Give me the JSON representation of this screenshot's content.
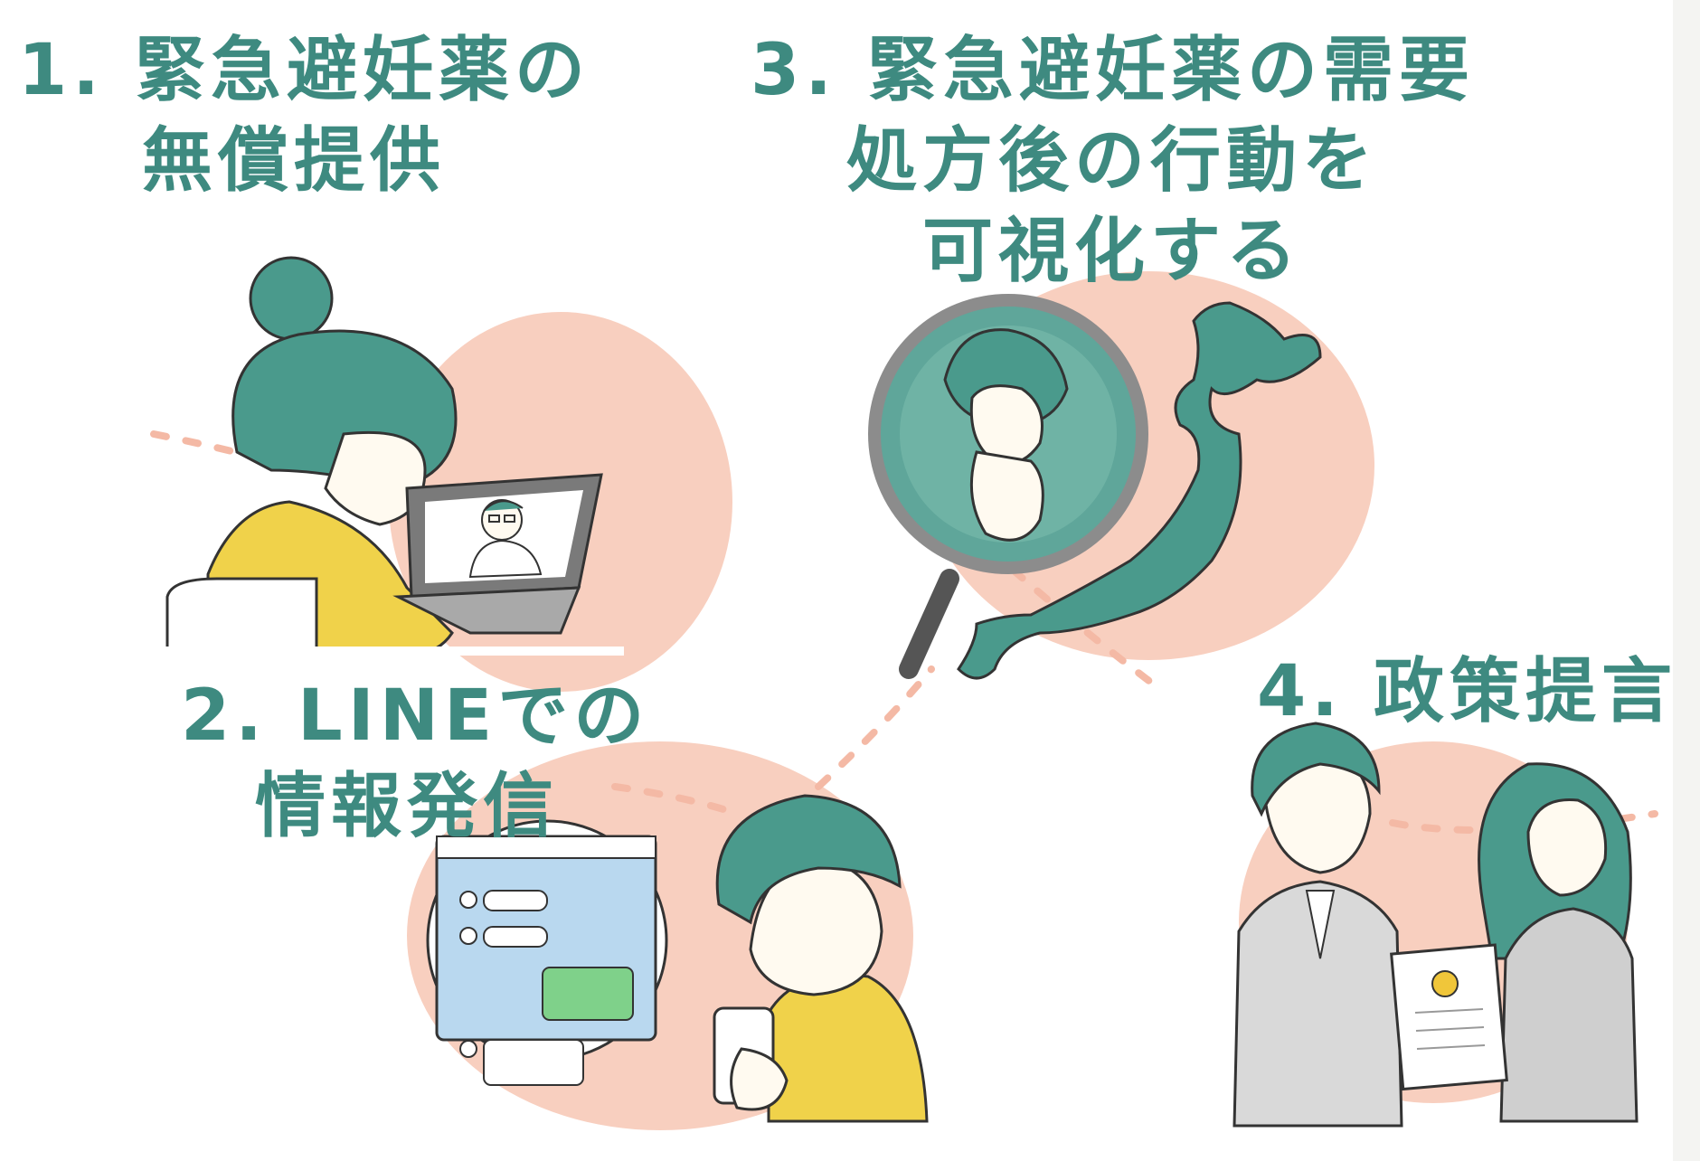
{
  "colors": {
    "title_teal": "#3e8a80",
    "hair_teal": "#4a9a8c",
    "blob_pink": "#f8cfbf",
    "sweater_yellow": "#f0d24a",
    "suit_gray": "#d9d9d9",
    "screen_blue": "#b9d8ef",
    "bubble_green": "#7fd18a"
  },
  "sections": [
    {
      "number": "1.",
      "lines": [
        "1. 緊急避妊薬の",
        "無償提供"
      ]
    },
    {
      "number": "2.",
      "lines": [
        "2. LINEでの",
        "情報発信"
      ]
    },
    {
      "number": "3.",
      "lines": [
        "3. 緊急避妊薬の需要",
        "処方後の行動を",
        "可視化する"
      ]
    },
    {
      "number": "4.",
      "lines": [
        "4. 政策提言"
      ]
    }
  ]
}
